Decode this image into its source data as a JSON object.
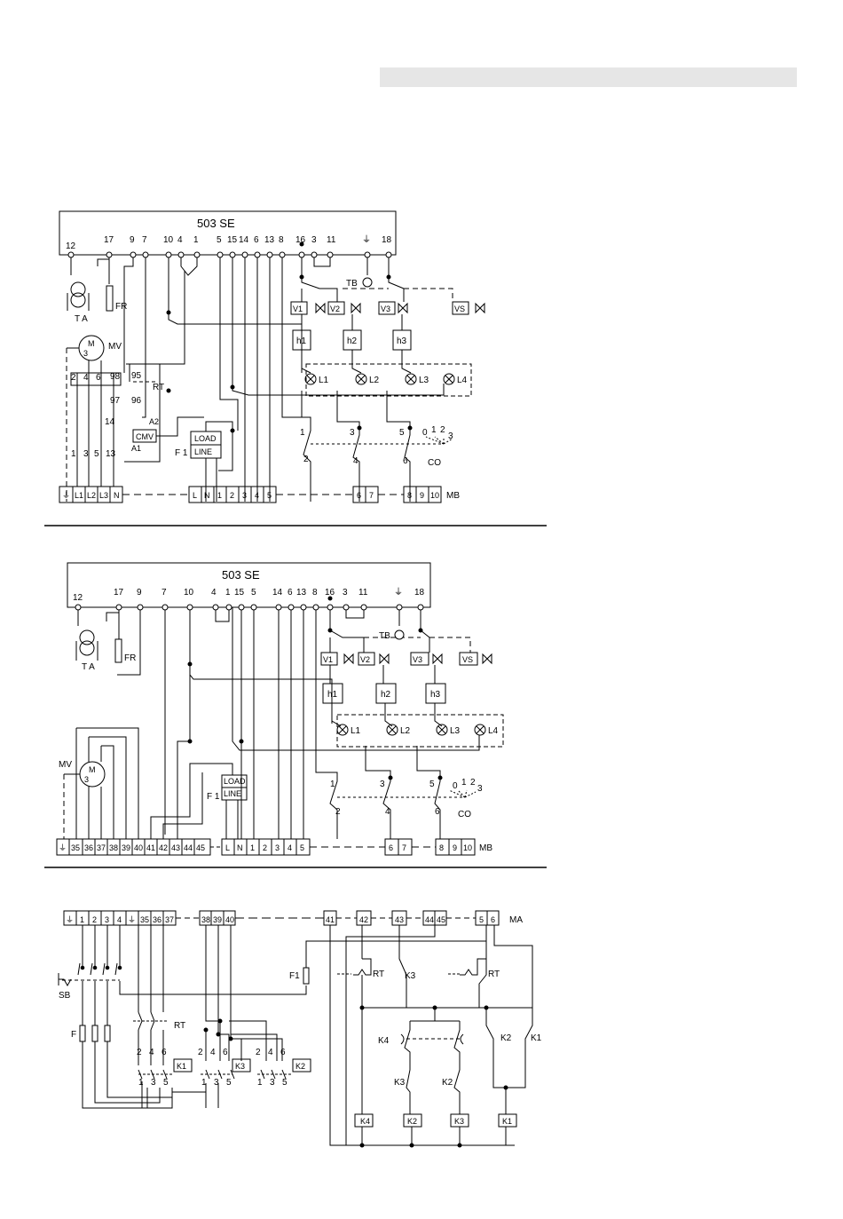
{
  "controller_title": "503 SE",
  "d1": {
    "top_terminals": [
      "12",
      "17",
      "9",
      "7",
      "10",
      "4",
      "1",
      "5",
      "15",
      "14",
      "6",
      "13",
      "8",
      "16",
      "3",
      "11",
      "18"
    ],
    "relays": [
      "h1",
      "h2",
      "h3"
    ],
    "valves": [
      "V1",
      "V2",
      "V3",
      "VS"
    ],
    "lamps": [
      "L1",
      "L2",
      "L3",
      "L4"
    ],
    "labels": {
      "ta": "T A",
      "fr": "FR",
      "mv": "MV",
      "rt": "RT",
      "tb": "TB",
      "cmv": "CMV",
      "a1": "A1",
      "a2": "A2",
      "f1": "F 1",
      "load": "LOAD",
      "line": "LINE",
      "co": "CO",
      "mb": "MB",
      "motor_m": "M",
      "motor_3": "3"
    },
    "motor_wires_top": [
      "2",
      "4",
      "6"
    ],
    "motor_wires_bottom": [
      "1",
      "3",
      "5",
      "13"
    ],
    "rt_contacts": [
      "95",
      "98",
      "97",
      "96",
      "14"
    ],
    "switch_top": [
      "1",
      "3",
      "5"
    ],
    "switch_bottom": [
      "2",
      "4",
      "6"
    ],
    "co_positions": [
      "0",
      "1",
      "2",
      "3"
    ],
    "mb_left": [
      "L1",
      "L2",
      "L3",
      "N"
    ],
    "mb_mid": [
      "L",
      "N",
      "1",
      "2",
      "3",
      "4",
      "5"
    ],
    "mb_67": [
      "6",
      "7"
    ],
    "mb_right": [
      "8",
      "9",
      "10"
    ]
  },
  "d2": {
    "top_terminals": [
      "12",
      "17",
      "9",
      "7",
      "10",
      "4",
      "1",
      "15",
      "5",
      "14",
      "6",
      "13",
      "8",
      "16",
      "3",
      "11",
      "18"
    ],
    "relays": [
      "h1",
      "h2",
      "h3"
    ],
    "valves": [
      "V1",
      "V2",
      "V3",
      "VS"
    ],
    "lamps": [
      "L1",
      "L2",
      "L3",
      "L4"
    ],
    "labels": {
      "ta": "T A",
      "fr": "FR",
      "mv": "MV",
      "tb": "TB",
      "f1": "F 1",
      "load": "LOAD",
      "line": "LINE",
      "co": "CO",
      "mb": "MB",
      "motor_m": "M",
      "motor_3": "3"
    },
    "switch_top": [
      "1",
      "3",
      "5"
    ],
    "switch_bottom": [
      "2",
      "4",
      "6"
    ],
    "co_positions": [
      "0",
      "1",
      "2",
      "3"
    ],
    "mb_left": [
      "35",
      "36",
      "37",
      "38",
      "39",
      "40",
      "41",
      "42",
      "43",
      "44",
      "45"
    ],
    "mb_mid": [
      "L",
      "N",
      "1",
      "2",
      "3",
      "4",
      "5"
    ],
    "mb_67": [
      "6",
      "7"
    ],
    "mb_right": [
      "8",
      "9",
      "10"
    ]
  },
  "d3": {
    "ma_left": [
      "1",
      "2",
      "3",
      "4"
    ],
    "ma_a": [
      "35",
      "36",
      "37"
    ],
    "ma_b": [
      "38",
      "39",
      "40"
    ],
    "ma_41": "41",
    "ma_42": "42",
    "ma_43": "43",
    "ma_4445": [
      "44",
      "45"
    ],
    "ma_56": [
      "5",
      "6"
    ],
    "labels": {
      "ma": "MA",
      "sb": "SB",
      "f": "F",
      "f1": "F1",
      "rt": "RT"
    },
    "contactor_top": [
      "2",
      "4",
      "6"
    ],
    "contactor_bottom": [
      "1",
      "3",
      "5"
    ],
    "contactors": [
      "K1",
      "K3",
      "K2"
    ],
    "ladder_contacts": [
      "K3",
      "K4",
      "K2",
      "K1",
      "K3",
      "K2"
    ],
    "coils": [
      "K4",
      "K2",
      "K3",
      "K1"
    ]
  },
  "colors": {
    "line": "#000000",
    "header_bar": "#e6e6e6",
    "page": "#ffffff"
  }
}
